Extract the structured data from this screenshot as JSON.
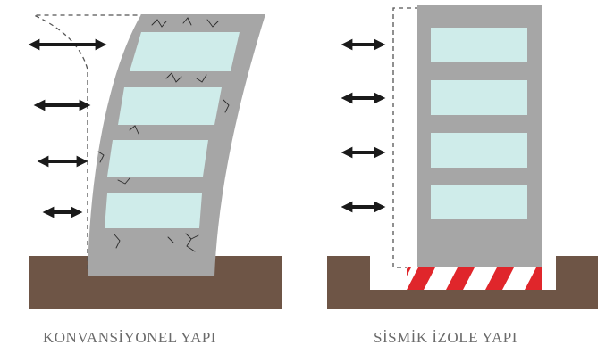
{
  "captions": {
    "conventional": "KONVANSİYONEL YAPI",
    "isolated": "SİSMİK İZOLE YAPI"
  },
  "colors": {
    "ground": "#6e5546",
    "building": "#a6a6a6",
    "window": "#cfecea",
    "arrow": "#1a1a1a",
    "isolator_red": "#e0262b",
    "isolator_white": "#ffffff",
    "caption": "#6b6b6b",
    "dashed_outline": "#555555"
  },
  "icons": {
    "force_arrow": "double-headed-arrow-icon",
    "cracks": "crack-lines"
  }
}
